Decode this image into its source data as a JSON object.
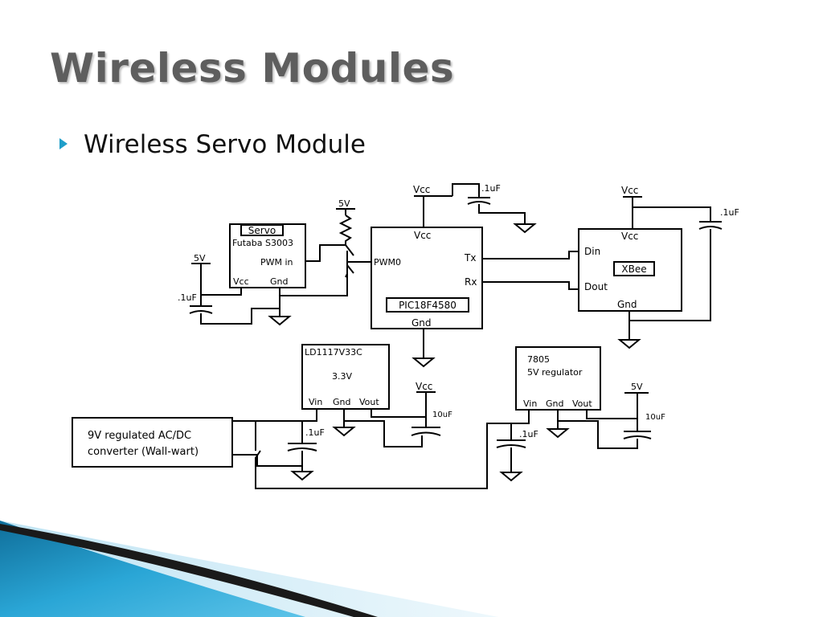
{
  "slide": {
    "title": "Wireless Modules",
    "bullet": "Wireless Servo Module"
  },
  "colors": {
    "title": "#5e5e5e",
    "bullet_marker": "#1f9ec9",
    "decoration_dark": "#1a1a1a",
    "decoration_blue": "#1b8fbf",
    "decoration_light": "#d6eef8"
  },
  "schematic": {
    "servo": {
      "label": "Servo",
      "model": "Futaba S3003",
      "pin_pwm": "PWM in",
      "pin_vcc": "Vcc",
      "pin_gnd": "Gnd"
    },
    "servo_supply": {
      "voltage": "5V",
      "cap": ".1uF"
    },
    "transistor_pullup": "5V",
    "pic": {
      "pin_vcc": "Vcc",
      "pin_pwm": "PWM0",
      "pin_tx": "Tx",
      "pin_rx": "Rx",
      "chip": "PIC18F4580",
      "pin_gnd": "Gnd"
    },
    "pic_supply": {
      "vcc": "Vcc",
      "cap": ".1uF"
    },
    "xbee": {
      "pin_vcc": "Vcc",
      "pin_din": "Din",
      "chip": "XBee",
      "pin_dout": "Dout",
      "pin_gnd": "Gnd"
    },
    "xbee_supply": {
      "vcc": "Vcc",
      "cap": ".1uF"
    },
    "ld1117": {
      "part": "LD1117V33C",
      "voltage": "3.3V",
      "pin_vin": "Vin",
      "pin_gnd": "Gnd",
      "pin_vout": "Vout"
    },
    "ld_out": {
      "vcc": "Vcc",
      "cap": "10uF"
    },
    "ld_in_cap": ".1uF",
    "reg7805": {
      "part": "7805",
      "desc": "5V regulator",
      "pin_vin": "Vin",
      "pin_gnd": "Gnd",
      "pin_vout": "Vout"
    },
    "reg_out": {
      "voltage": "5V",
      "cap": "10uF"
    },
    "reg_in_cap": ".1uF",
    "wallwart": {
      "line1": "9V regulated AC/DC",
      "line2": "converter (Wall-wart)"
    }
  }
}
